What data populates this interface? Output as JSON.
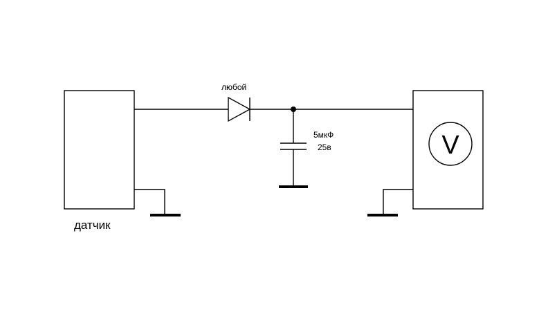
{
  "diagram": {
    "sensor_label": "датчик",
    "diode_label": "любой",
    "capacitor_value": "5мкФ",
    "capacitor_voltage": "25в",
    "voltmeter_symbol": "V"
  },
  "colors": {
    "line": "#000000",
    "background": "#ffffff"
  }
}
